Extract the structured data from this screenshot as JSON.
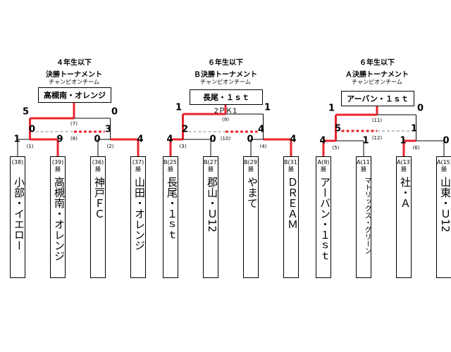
{
  "colors": {
    "win_line": "#e8242c",
    "line": "#000000",
    "dashed_line": "#888888"
  },
  "brackets": [
    {
      "title1": "４年生以下",
      "title2": "決勝トーナメント",
      "champion_caption": "チャンピオンチーム",
      "champion": "高槻南・オレンジ",
      "final": {
        "match_no": "(7)",
        "left_score": "5",
        "right_score": "0",
        "pk": ""
      },
      "third": {
        "match_no": "(8)",
        "left_score": "0",
        "right_score": "3"
      },
      "semi_left": {
        "match_no": "(1)",
        "left_score": "1",
        "right_score": "9"
      },
      "semi_right": {
        "match_no": "(2)",
        "left_score": "0",
        "right_score": "4"
      },
      "teams": [
        {
          "seed": "(38)",
          "win": "",
          "name": "小部・イエロー"
        },
        {
          "seed": "(39)",
          "win": "勝",
          "name": "高槻南・オレンジ"
        },
        {
          "seed": "(36)",
          "win": "勝",
          "name": "神戸ＦＣ"
        },
        {
          "seed": "(37)",
          "win": "勝",
          "name": "山田・オレンジ"
        }
      ]
    },
    {
      "title1": "６年生以下",
      "title2": "Ｂ決勝トーナメント",
      "champion_caption": "チャンピオンチーム",
      "champion": "長尾・１ｓｔ",
      "final": {
        "match_no": "(9)",
        "left_score": "1",
        "right_score": "1",
        "pk": "2ＰＫ1"
      },
      "third": {
        "match_no": "(10)",
        "left_score": "2",
        "right_score": "4"
      },
      "semi_left": {
        "match_no": "(3)",
        "left_score": "4",
        "right_score": "0"
      },
      "semi_right": {
        "match_no": "(4)",
        "left_score": "0",
        "right_score": "4"
      },
      "teams": [
        {
          "seed": "B(25)",
          "win": "勝",
          "name": "長尾・１ｓｔ"
        },
        {
          "seed": "B(27)",
          "win": "勝",
          "name": "郡山・Ｕ12"
        },
        {
          "seed": "B(29)",
          "win": "勝",
          "name": "やまて"
        },
        {
          "seed": "B(31)",
          "win": "勝",
          "name": "ＤＲＥＡＭ"
        }
      ]
    },
    {
      "title1": "６年生以下",
      "title2": "Ａ決勝トーナメント",
      "champion_caption": "チャンピオンチーム",
      "champion": "アーバン・１ｓｔ",
      "final": {
        "match_no": "(11)",
        "left_score": "1",
        "right_score": "0",
        "pk": ""
      },
      "third": {
        "match_no": "(12)",
        "left_score": "5",
        "right_score": "1"
      },
      "semi_left": {
        "match_no": "(5)",
        "left_score": "4",
        "right_score": "1"
      },
      "semi_right": {
        "match_no": "(6)",
        "left_score": "1",
        "right_score": "0"
      },
      "teams": [
        {
          "seed": "A(9)",
          "win": "勝",
          "name": "アーバン・１ｓｔ"
        },
        {
          "seed": "A(11)",
          "win": "勝",
          "name": "マトリックス・グリーン"
        },
        {
          "seed": "A(13)",
          "win": "勝",
          "name": "社・Ａ"
        },
        {
          "seed": "A(15)",
          "win": "勝",
          "name": "山東・Ｕ12"
        }
      ]
    }
  ]
}
